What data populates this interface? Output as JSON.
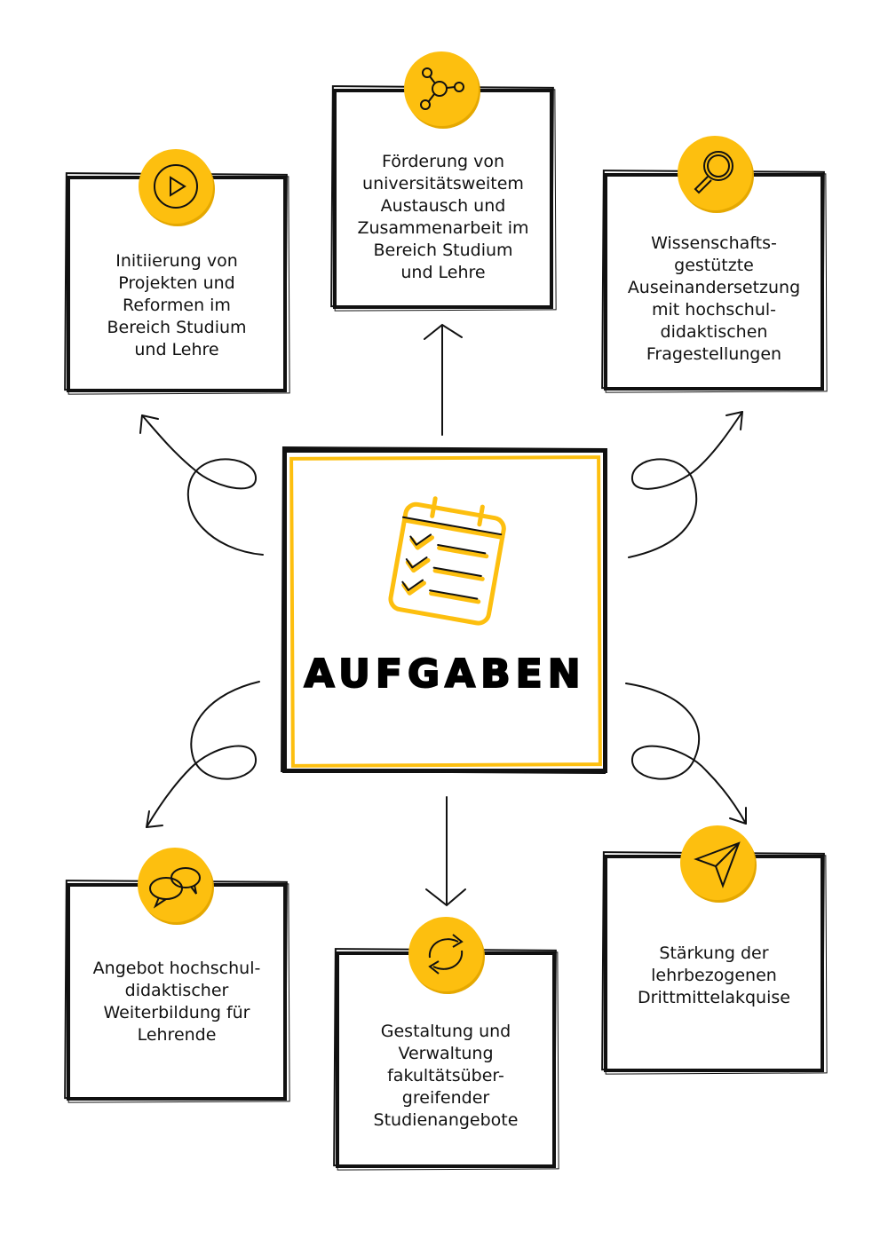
{
  "title": "AUFGABEN",
  "colors": {
    "accent": "#FDBF0F",
    "ink": "#111111"
  },
  "boxes": [
    {
      "icon": "play-icon",
      "text": "Initiierung von\nProjekten und\nReformen im\nBereich Studium\nund Lehre"
    },
    {
      "icon": "network-icon",
      "text": "Förderung von\nuniversitätsweitem\nAustausch und\nZusammenarbeit im\nBereich Studium\nund Lehre"
    },
    {
      "icon": "magnifier-icon",
      "text": "Wissenschafts-\ngestützte\nAuseinandersetzung\nmit hochschul-\ndidaktischen\nFragestellungen"
    },
    {
      "icon": "chat-bubbles-icon",
      "text": "Angebot hochschul-\ndidaktischer\nWeiterbildung für\nLehrende"
    },
    {
      "icon": "refresh-icon",
      "text": "Gestaltung und\nVerwaltung\nfakultätsüber-\ngreifender\nStudienangebote"
    },
    {
      "icon": "paper-plane-icon",
      "text": "Stärkung der\nlehrbezogenen\nDrittmittelakquise"
    }
  ]
}
